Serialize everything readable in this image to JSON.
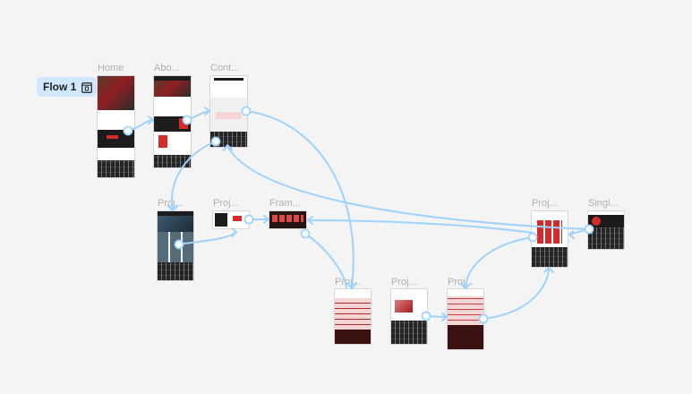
{
  "flow": {
    "label": "Flow 1",
    "icon": "play-flow-icon"
  },
  "frames": [
    {
      "id": "home",
      "label": "Home"
    },
    {
      "id": "about",
      "label": "Abo..."
    },
    {
      "id": "contact",
      "label": "Cont..."
    },
    {
      "id": "projects-list",
      "label": "Proj..."
    },
    {
      "id": "project-detail-a",
      "label": "Proj..."
    },
    {
      "id": "frame",
      "label": "Fram..."
    },
    {
      "id": "projects-b",
      "label": "Proj..."
    },
    {
      "id": "projects-c",
      "label": "Proj..."
    },
    {
      "id": "projects-d",
      "label": "Proj..."
    },
    {
      "id": "projects-e",
      "label": "Proj..."
    },
    {
      "id": "single",
      "label": "Singl..."
    }
  ],
  "colors": {
    "canvas": "#f4f4f4",
    "connector": "#9fd3ff",
    "badge": "#cfe7ff",
    "accent_red": "#d72a2a"
  }
}
